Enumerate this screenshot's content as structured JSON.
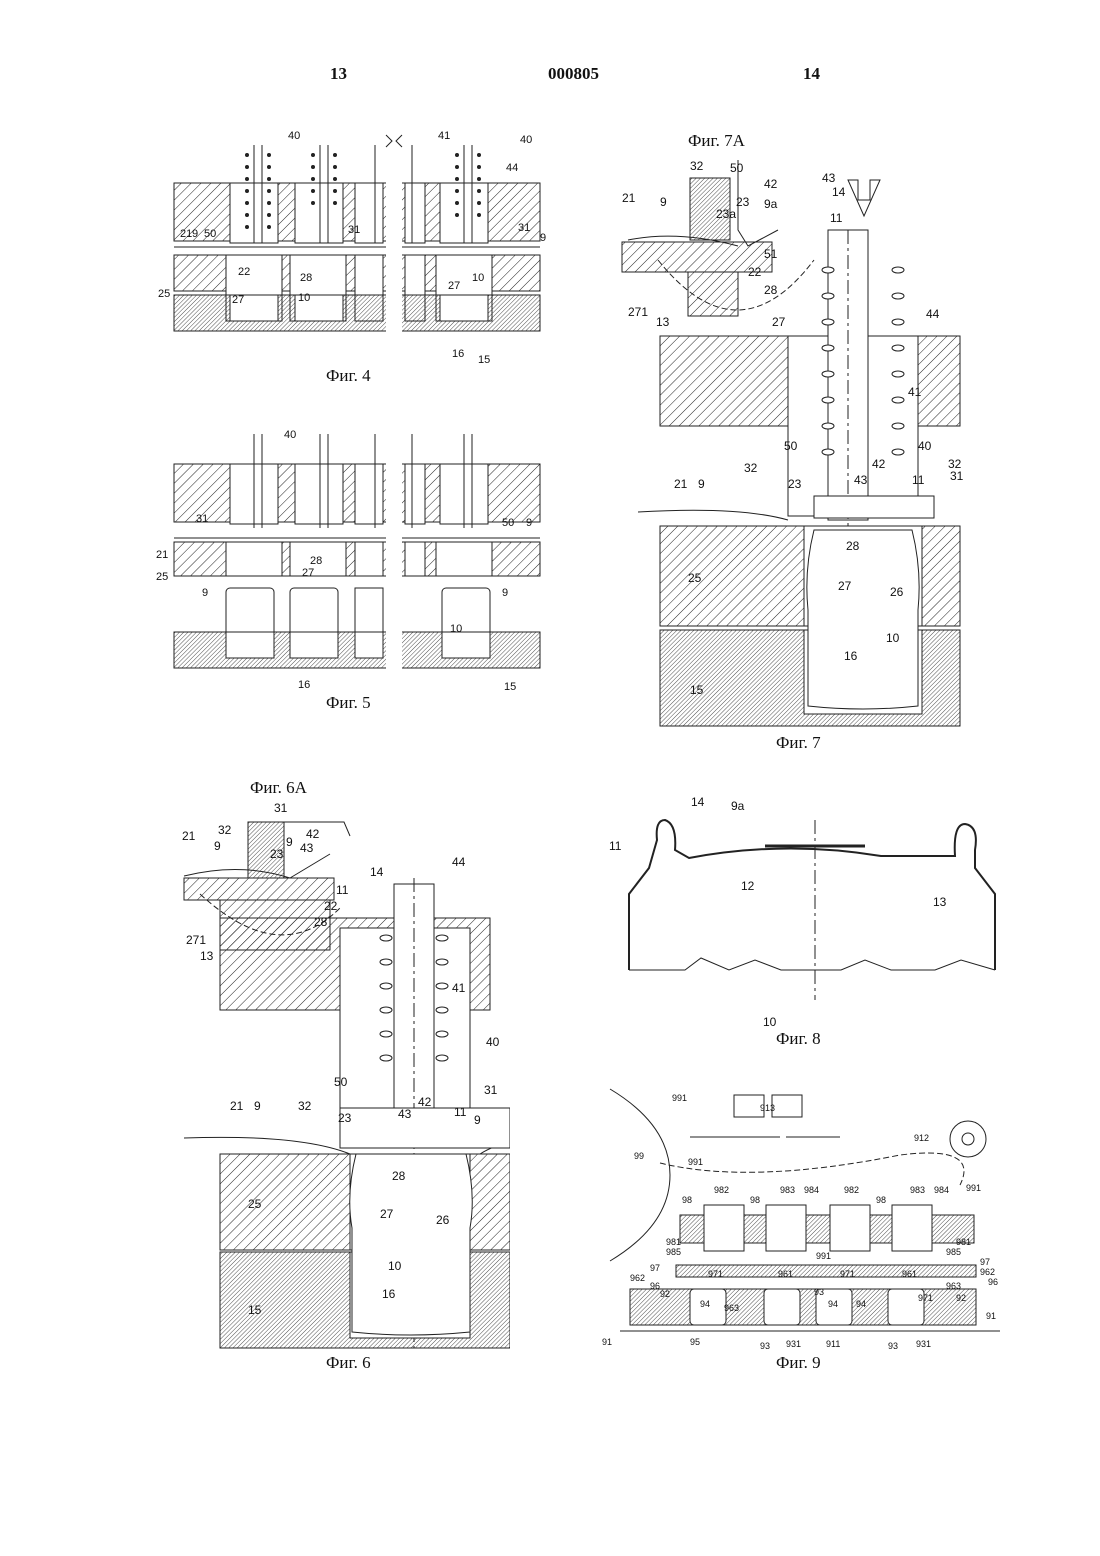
{
  "header": {
    "page_left": "13",
    "doc_number": "000805",
    "page_right": "14"
  },
  "figures": {
    "fig4": {
      "caption": "Фиг. 4",
      "labels": [
        "40",
        "41",
        "40",
        "44",
        "21",
        "9",
        "50",
        "31",
        "31",
        "9",
        "22",
        "28",
        "10",
        "25",
        "27",
        "10",
        "27",
        "16",
        "15"
      ]
    },
    "fig5": {
      "caption": "Фиг. 5",
      "labels": [
        "40",
        "31",
        "50",
        "9",
        "21",
        "28",
        "27",
        "25",
        "9",
        "9",
        "10",
        "16",
        "15"
      ]
    },
    "fig7a": {
      "caption": "Фиг. 7А",
      "labels": [
        "32",
        "50",
        "42",
        "43",
        "14",
        "21",
        "9",
        "23",
        "23a",
        "9a",
        "11",
        "51",
        "22",
        "28",
        "271",
        "13",
        "27"
      ]
    },
    "fig7": {
      "caption": "Фиг. 7",
      "labels": [
        "44",
        "41",
        "40",
        "50",
        "42",
        "32",
        "31",
        "32",
        "21",
        "9",
        "23",
        "43",
        "11",
        "28",
        "25",
        "27",
        "26",
        "10",
        "16",
        "15"
      ]
    },
    "fig6a": {
      "caption": "Фиг. 6А",
      "labels": [
        "31",
        "32",
        "42",
        "43",
        "21",
        "9",
        "9",
        "23",
        "14",
        "11",
        "22",
        "28",
        "271",
        "13"
      ]
    },
    "fig6": {
      "caption": "Фиг. 6",
      "labels": [
        "44",
        "41",
        "40",
        "50",
        "21",
        "9",
        "32",
        "23",
        "43",
        "42",
        "11",
        "9",
        "31",
        "28",
        "25",
        "27",
        "26",
        "10",
        "16",
        "15"
      ]
    },
    "fig8": {
      "caption": "Фиг. 8",
      "labels": [
        "14",
        "9a",
        "11",
        "12",
        "13",
        "10"
      ]
    },
    "fig9": {
      "caption": "Фиг. 9",
      "labels": [
        "991",
        "913",
        "912",
        "99",
        "991",
        "98",
        "982",
        "98",
        "983",
        "984",
        "982",
        "98",
        "983",
        "984",
        "991",
        "981",
        "985",
        "991",
        "981",
        "985",
        "97",
        "962",
        "96",
        "971",
        "961",
        "971",
        "961",
        "97",
        "962",
        "96",
        "92",
        "94",
        "963",
        "93",
        "94",
        "94",
        "971",
        "963",
        "92",
        "91",
        "91",
        "95",
        "93",
        "931",
        "911",
        "93",
        "931"
      ]
    }
  }
}
